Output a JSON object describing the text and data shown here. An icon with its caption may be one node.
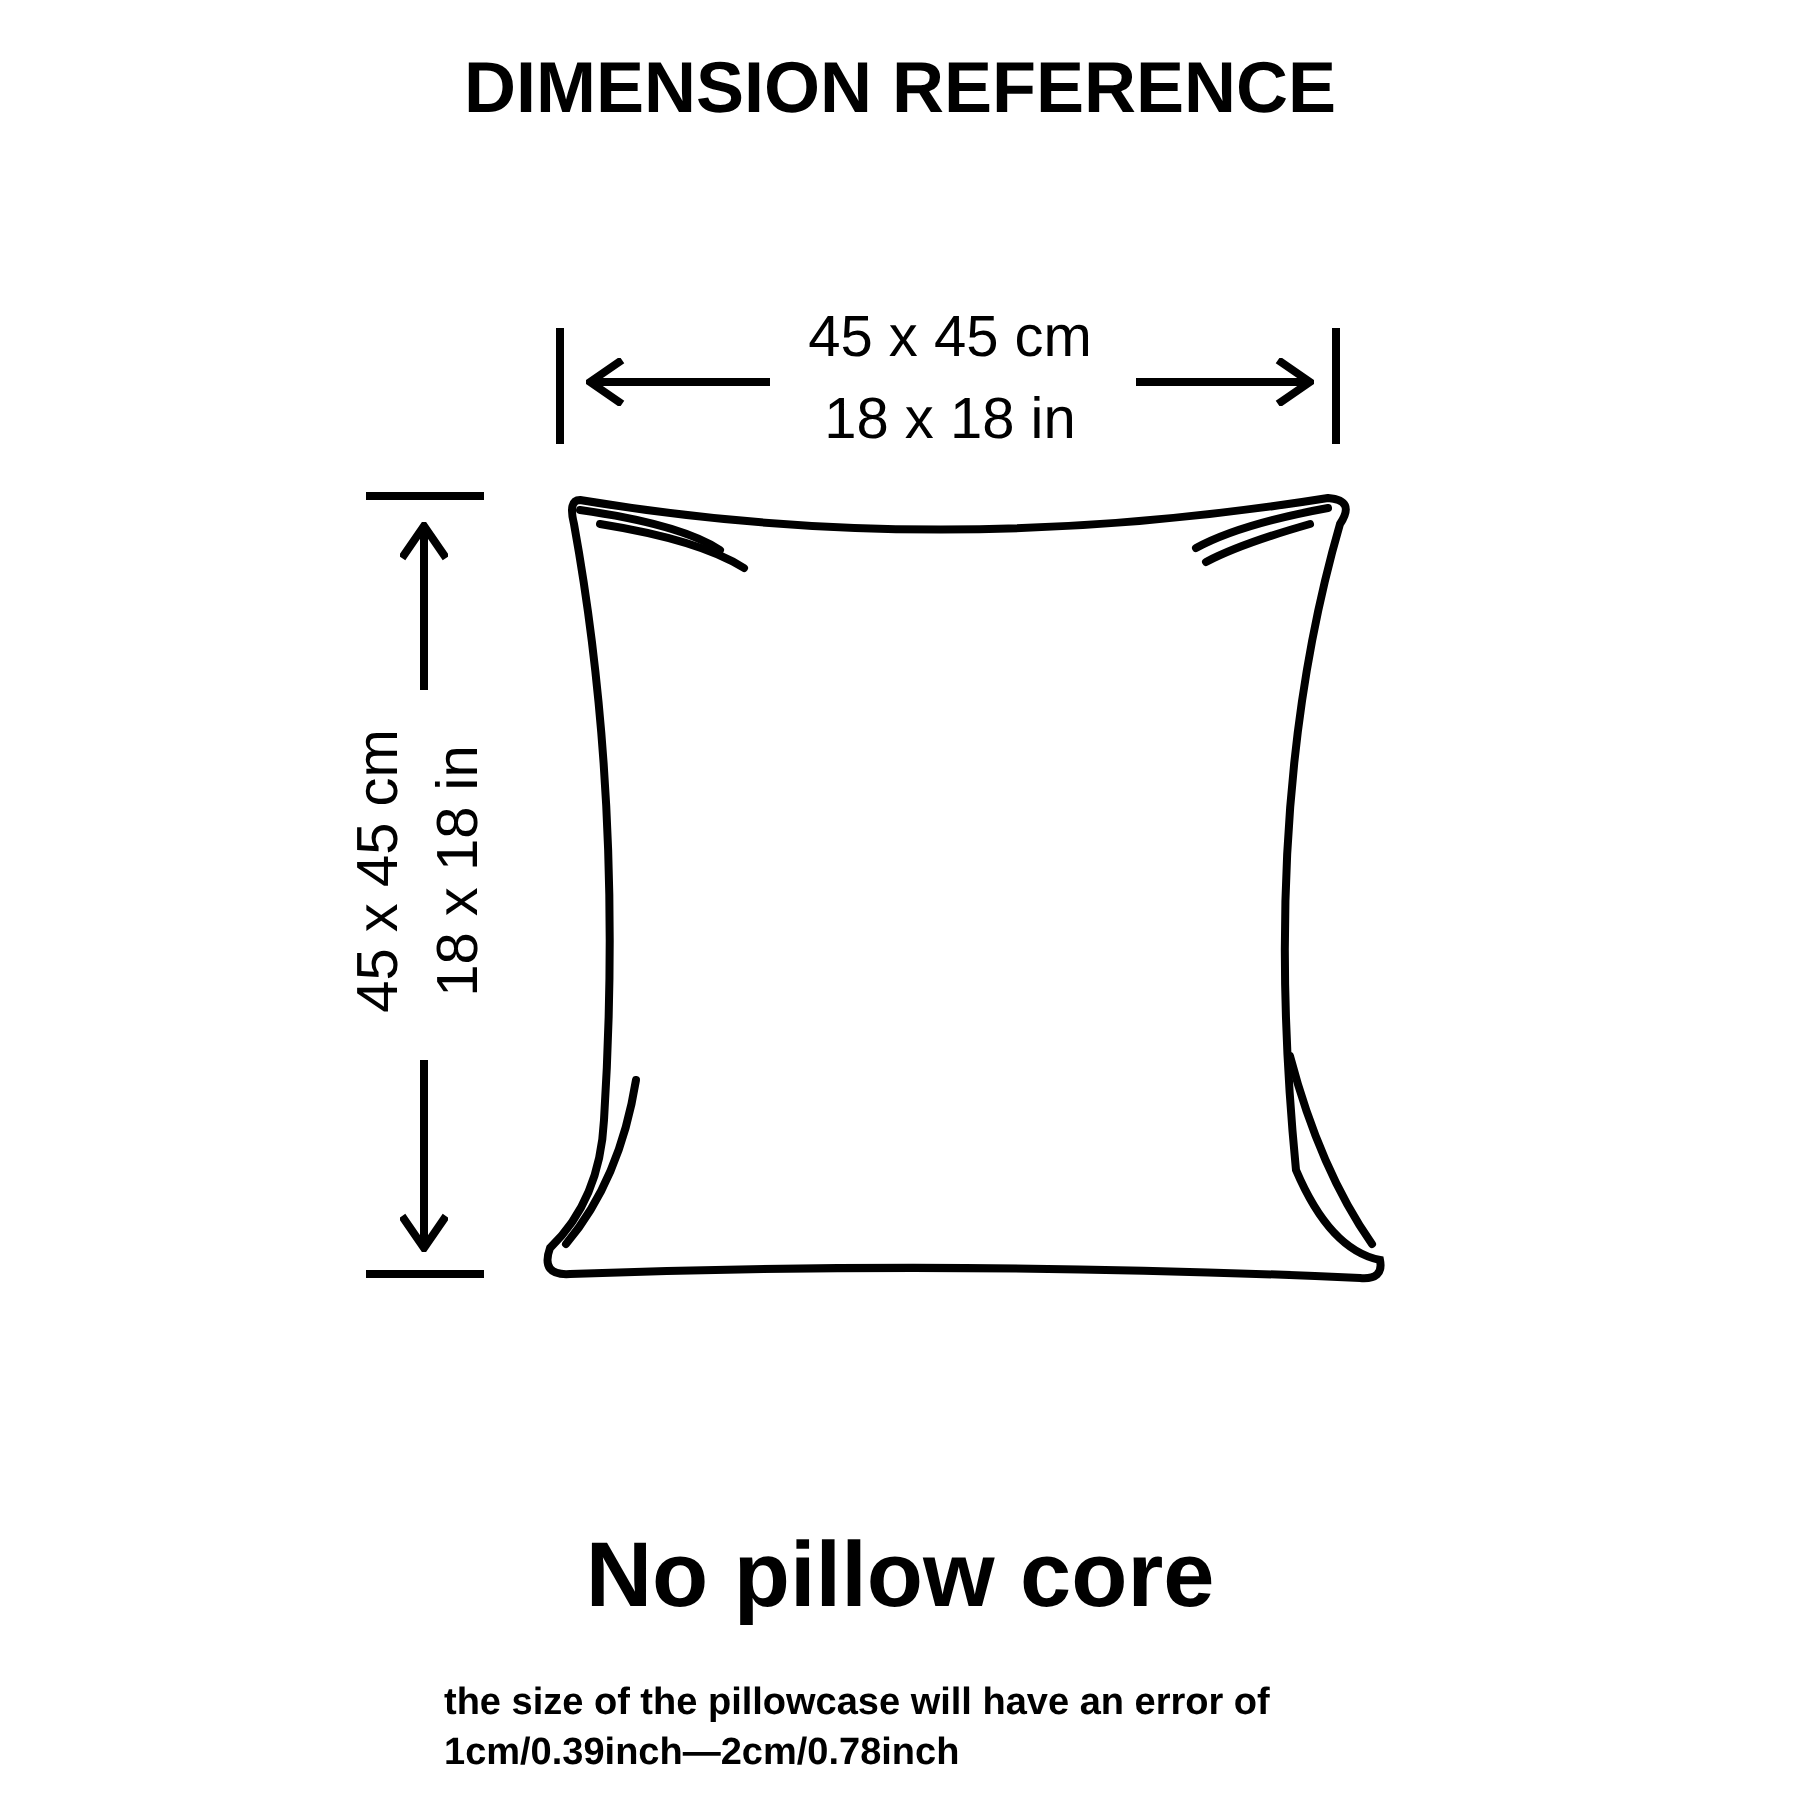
{
  "diagram": {
    "title": "DIMENSION REFERENCE",
    "labels": [
      "45 x 45 cm",
      "18 x 18 in",
      "45 x 45 cm",
      "18 x 18 in",
      "No pillow core",
      "the size of the pillowcase will have an error of 1cm/0.39inch—2cm/0.78inch"
    ]
  }
}
